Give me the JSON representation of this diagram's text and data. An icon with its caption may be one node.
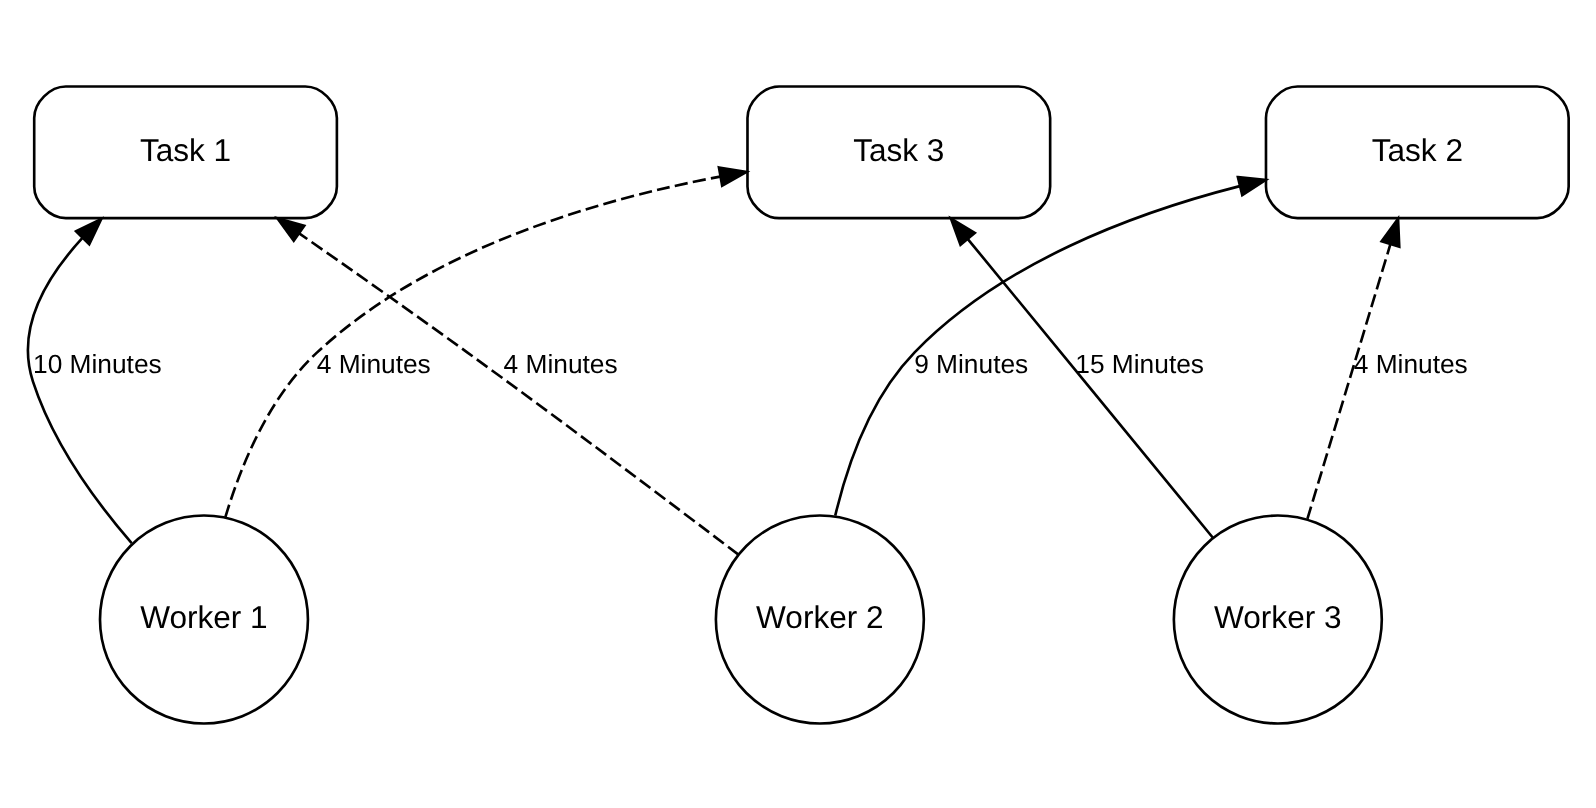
{
  "diagram": {
    "nodes": [
      {
        "text": [
          "Task 3"
        ]
      },
      {
        "text": [
          "Task 1"
        ]
      },
      {
        "text": [
          "Task 2"
        ]
      },
      {
        "text": [
          "Worker 1"
        ]
      },
      {
        "text": [
          "Worker 2"
        ]
      },
      {
        "text": [
          "Worker 3"
        ]
      }
    ],
    "edges": [
      {
        "from": 3,
        "to": 0,
        "arrow": "to",
        "label": "4 Minutes",
        "style": "dashed"
      },
      {
        "from": 3,
        "to": 1,
        "arrow": "to",
        "label": "10 Minutes"
      },
      {
        "from": 4,
        "to": 1,
        "arrow": "to",
        "label": "4 Minutes",
        "style": "dashed"
      },
      {
        "from": 4,
        "to": 2,
        "arrow": "to",
        "label": "9 Minutes"
      },
      {
        "from": 5,
        "to": 0,
        "arrow": "to",
        "label": "15 Minutes"
      },
      {
        "from": 5,
        "to": 2,
        "arrow": "to",
        "label": "4 Minutes",
        "style": "dashed"
      }
    ]
  }
}
